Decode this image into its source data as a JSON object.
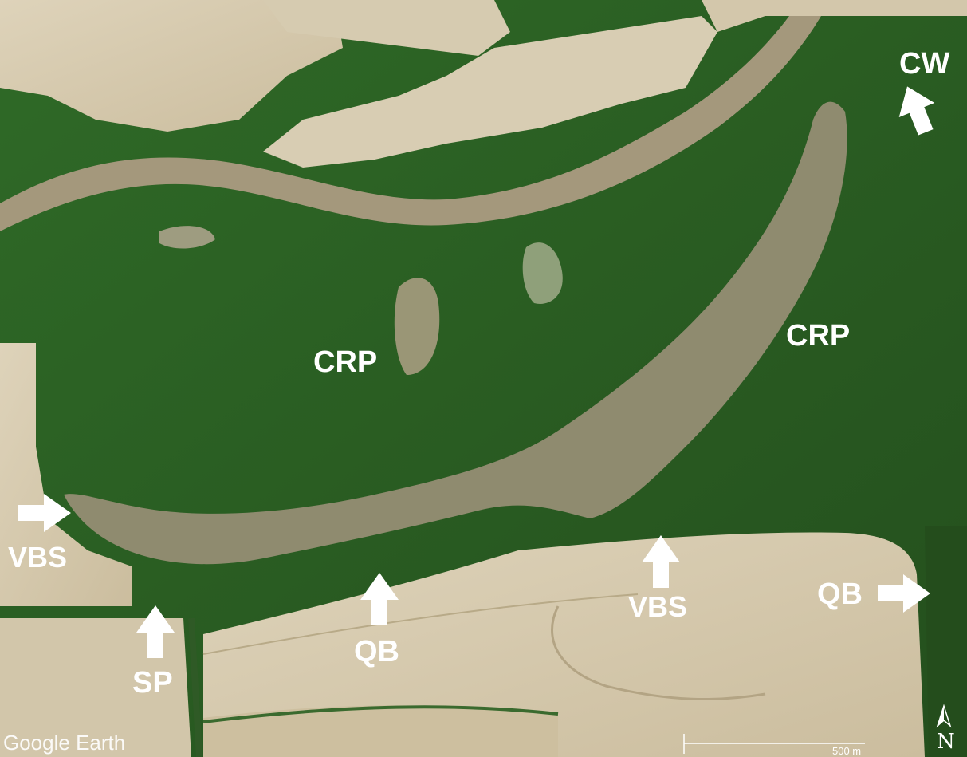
{
  "colors": {
    "fields": "#d9cdb2",
    "fields_dark": "#b9aa8a",
    "forest": "#2f6425",
    "forest_dark": "#1f4a19",
    "water": "#8d8a6e",
    "river": "#a59a80",
    "label": "#ffffff"
  },
  "labels": {
    "cw": "CW",
    "crp_center": "CRP",
    "crp_right": "CRP",
    "vbs_left": "VBS",
    "vbs_right": "VBS",
    "qb_center": "QB",
    "qb_right": "QB",
    "sp": "SP"
  },
  "watermark": "Google Earth",
  "scale_bar": {
    "label": "500 m"
  },
  "north_arrow": {
    "label": "N"
  },
  "icons": {
    "arrow": "arrow-icon",
    "north": "north-arrow-icon"
  }
}
